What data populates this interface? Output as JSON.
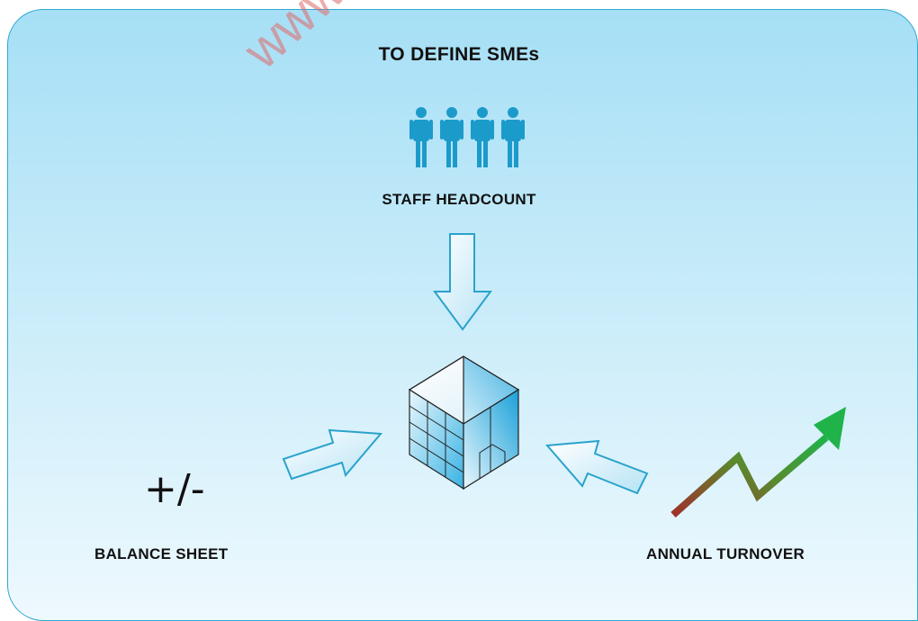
{
  "title": "TO DEFINE SMEs",
  "criteria": {
    "staff": {
      "label": "STAFF HEADCOUNT",
      "icon": "people-icon"
    },
    "balance": {
      "label": "BALANCE SHEET",
      "symbol": "+/-"
    },
    "turnover": {
      "label": "ANNUAL TURNOVER",
      "icon": "trend-up-arrow-icon"
    }
  },
  "center_icon": "building-cube-icon",
  "watermark": "www.circ",
  "colors": {
    "border": "#2fa9cf",
    "people": "#1b9bc9",
    "arrow_stroke": "#2aa3cc",
    "trend_start": "#a0302a",
    "trend_end": "#1fb34a"
  }
}
